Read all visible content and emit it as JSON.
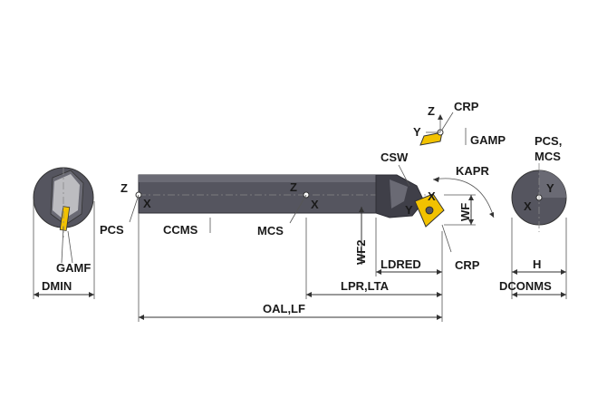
{
  "labels": {
    "crp_top": "CRP",
    "z_top": "Z",
    "y_top": "Y",
    "gamp": "GAMP",
    "pcs_mcs": "PCS,",
    "mcs_right": "MCS",
    "csw": "CSW",
    "kapr": "KAPR",
    "z_left": "Z",
    "x_left": "X",
    "pcs": "PCS",
    "ccms": "CCMS",
    "z_mid": "Z",
    "x_mid": "X",
    "mcs": "MCS",
    "x_tip": "X",
    "y_tip": "Y",
    "wf": "WF",
    "wf2": "WF2",
    "ldred": "LDRED",
    "crp_right": "CRP",
    "lpr_lta": "LPR,LTA",
    "oal_lf": "OAL,LF",
    "gamf": "GAMF",
    "dmin": "DMIN",
    "y_right": "Y",
    "x_right": "X",
    "h": "H",
    "dconms": "DCONMS"
  },
  "colors": {
    "tool_body": "#55555f",
    "tool_dark": "#3f3f48",
    "insert": "#f2c200",
    "background": "#ffffff"
  }
}
